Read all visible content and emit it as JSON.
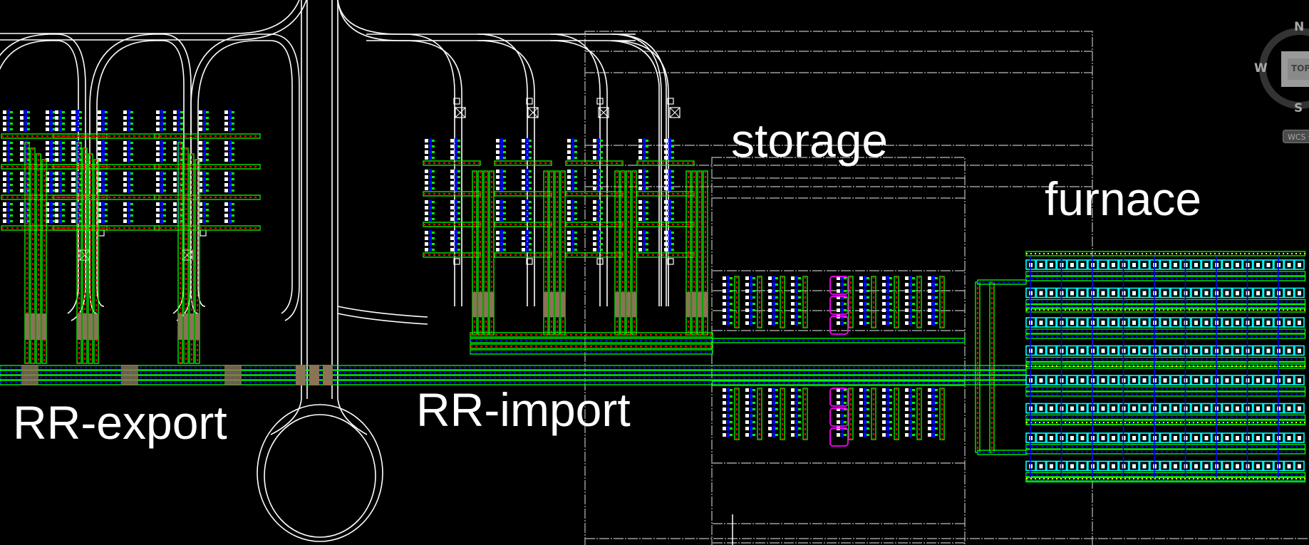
{
  "view": {
    "background": "#000000",
    "labels": {
      "rr_export": "RR-export",
      "rr_import": "RR-import",
      "storage": "storage",
      "furnace": "furnace"
    }
  },
  "viewcube": {
    "north": "N",
    "south": "S",
    "west": "W",
    "face": "TOP",
    "coordinate_system": "WCS"
  },
  "colors": {
    "rail": "#ffffff",
    "belt_frame": "#00ff00",
    "belt_red": "#ff0000",
    "belt_blue": "#0000ff",
    "splitter": "#8b7355",
    "chest": "#ffffff",
    "furnace_frame": "#00ffff",
    "assembler": "#ff00ff",
    "grid_line": "#bdbdbd",
    "inserter_highlight": "#ffff00"
  },
  "blocks": {
    "export_stations": 3,
    "import_stations": 4,
    "storage_columns": 10,
    "furnace_rows": 8,
    "furnace_columns": 27
  }
}
